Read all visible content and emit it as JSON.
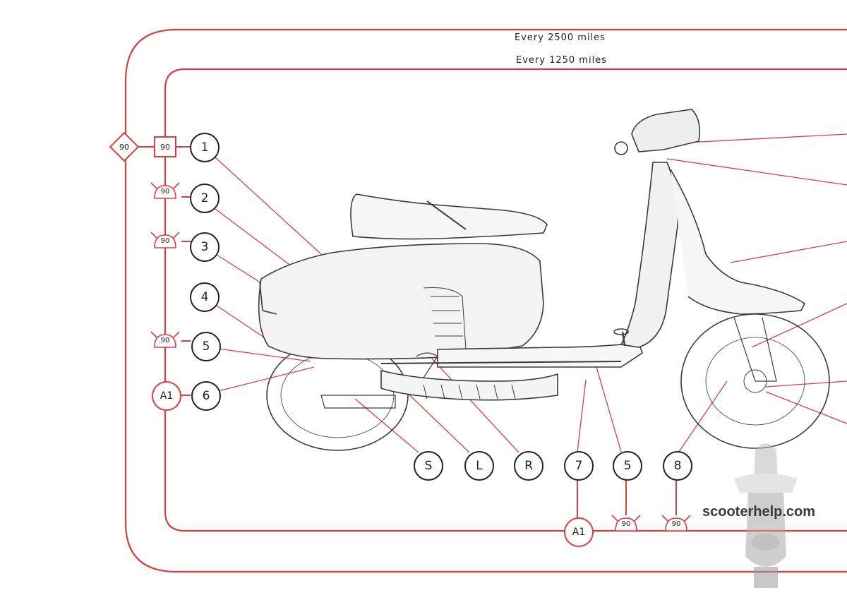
{
  "routes": {
    "outer_label": "Every 2500 miles",
    "inner_label": "Every 1250 miles"
  },
  "left_column": {
    "diamond": "90",
    "square": "90",
    "oil_cans": [
      "90",
      "90",
      "90"
    ],
    "a1": "A1"
  },
  "bottom_row": {
    "a1": "A1",
    "oil_cans": [
      "90",
      "90"
    ]
  },
  "callouts": {
    "n1": "1",
    "n2": "2",
    "n3": "3",
    "n4": "4",
    "n5": "5",
    "n6": "6",
    "s": "S",
    "l": "L",
    "r": "R",
    "n7": "7",
    "n5b": "5",
    "n8": "8"
  },
  "watermark": "scooterhelp.com",
  "colors": {
    "route_red": "#d8403f",
    "ink": "#222222",
    "paper": "#ffffff"
  }
}
